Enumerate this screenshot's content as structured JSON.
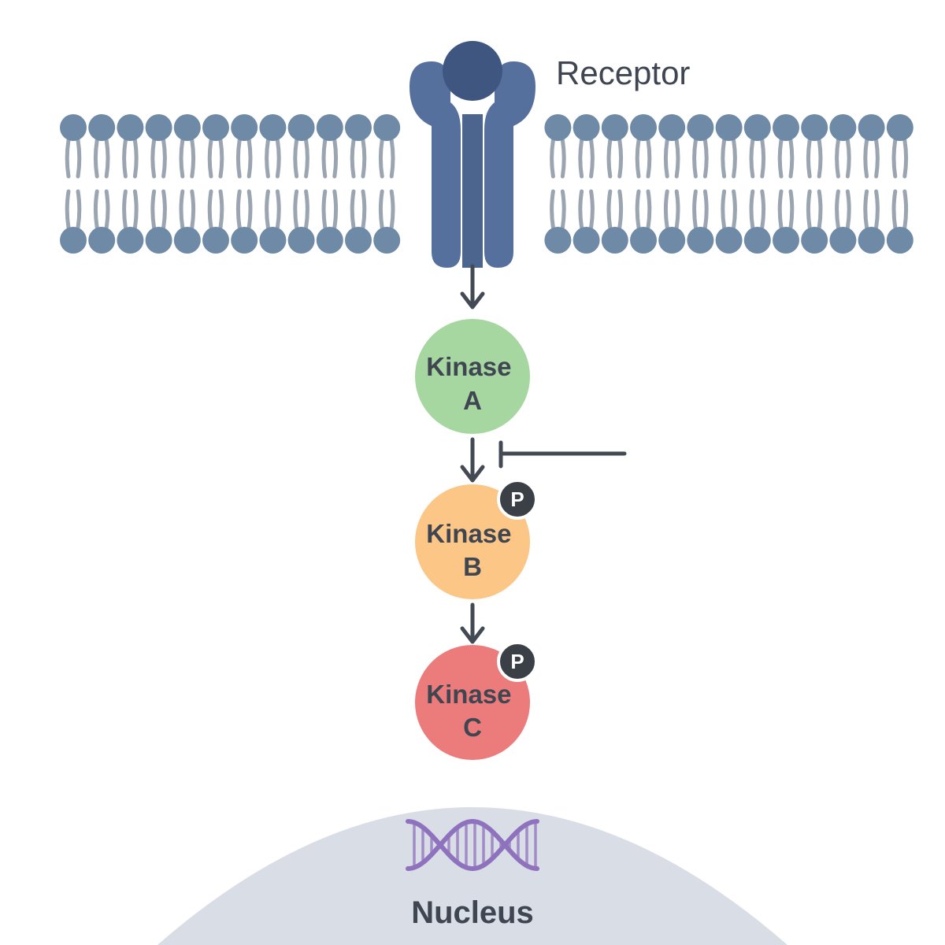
{
  "receptor": {
    "label": "Receptor"
  },
  "kinases": [
    {
      "line1": "Kinase",
      "line2": "A",
      "phosphorylated": false,
      "color": "#a7d7a0"
    },
    {
      "line1": "Kinase",
      "line2": "B",
      "phosphorylated": true,
      "color": "#fbc686"
    },
    {
      "line1": "Kinase",
      "line2": "C",
      "phosphorylated": true,
      "color": "#ec7b7c"
    }
  ],
  "phospho_label": "P",
  "nucleus": {
    "label": "Nucleus"
  },
  "colors": {
    "membrane": "#6f8aa7",
    "membrane_tail": "#9aa5b1",
    "receptor": "#55709d",
    "receptor_dark": "#3f5780",
    "arrow": "#434a54",
    "text": "#3f4652",
    "phospho_badge": "#3b3f46",
    "nucleus": "#d9dde6",
    "dna": "#8f72bd"
  }
}
